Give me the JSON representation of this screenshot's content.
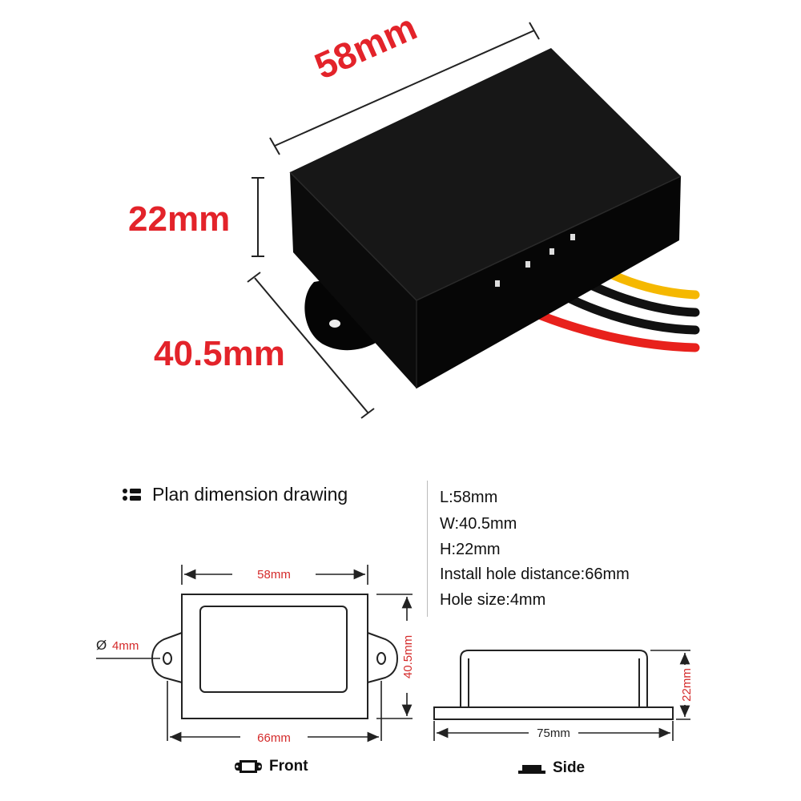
{
  "product_photo": {
    "dim_length": "58mm",
    "dim_height": "22mm",
    "dim_width": "40.5mm",
    "wire_colors": [
      "#f5b800",
      "#111111",
      "#111111",
      "#e8211c"
    ]
  },
  "plan": {
    "heading": "Plan dimension drawing",
    "specs": [
      "L:58mm",
      "W:40.5mm",
      "H:22mm",
      "Install hole distance:66mm",
      "Hole size:4mm"
    ]
  },
  "front_view": {
    "top_dim": "58mm",
    "bottom_dim": "66mm",
    "right_dim": "40.5mm",
    "hole_symbol": "Ø",
    "hole_dim": "4mm",
    "caption": "Front"
  },
  "side_view": {
    "bottom_dim": "75mm",
    "right_dim": "22mm",
    "caption": "Side"
  },
  "colors": {
    "dimension_red": "#e3232a",
    "drawing_red": "#d42a2a",
    "box_black": "#0a0a0a"
  }
}
